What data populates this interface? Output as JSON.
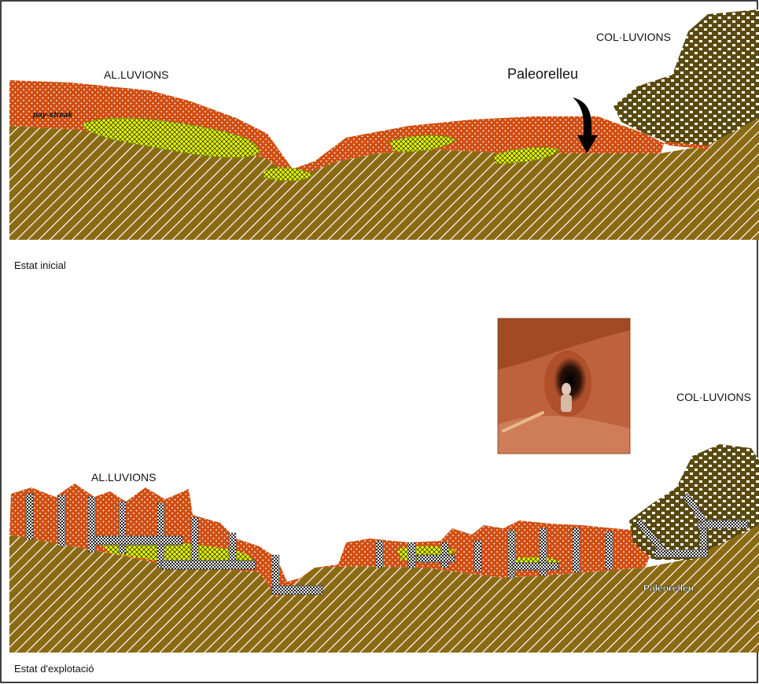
{
  "panels": {
    "top": {
      "caption": "Estat inicial",
      "alluvium_label": "AL.LUVIONS",
      "colluvium_label": "COL·LUVIONS",
      "paleorelief_label": "Paleorelleu",
      "paystreak_label": "pay-streak"
    },
    "bottom": {
      "caption": "Estat d'explotació",
      "alluvium_label": "AL.LUVIONS",
      "colluvium_label": "COL·LUVIONS",
      "paleorelief_label": "Paleorelleu",
      "photo_icon": "mine-pit-photo"
    }
  },
  "colors": {
    "bedrock": "#8b6a14",
    "bedrock_hatch": "#ffffff",
    "alluvium": "#d04e12",
    "alluvium_dots": "#ffffff",
    "paystreak": "#e4f500",
    "colluvium": "#5a4a10",
    "colluvium_blocks": "#ffffff",
    "border": "#000000"
  }
}
